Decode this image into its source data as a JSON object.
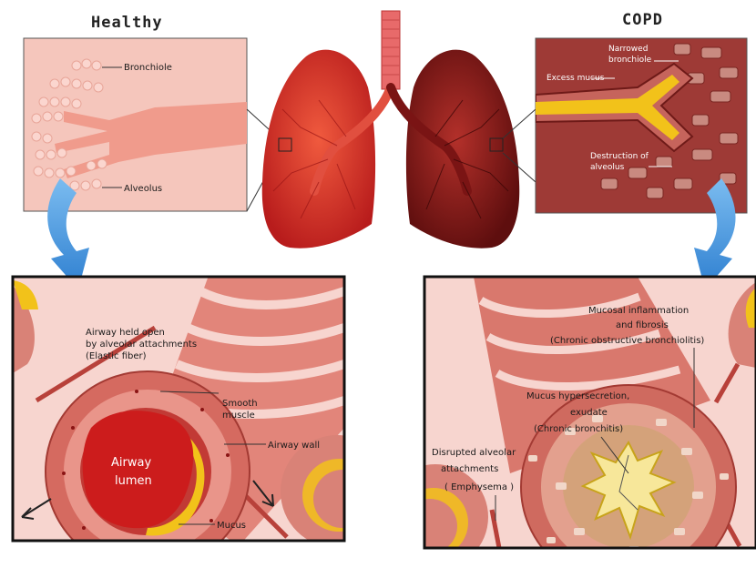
{
  "titles": {
    "healthy": "Healthy",
    "copd": "COPD"
  },
  "healthy_top": {
    "bronchiole": "Bronchiole",
    "alveolus": "Alveolus"
  },
  "copd_top": {
    "narrowed_1": "Narrowed",
    "narrowed_2": "bronchiole",
    "excess_mucus": "Excess mucus",
    "destruction_1": "Destruction of",
    "destruction_2": "alveolus"
  },
  "healthy_bottom": {
    "airway_open_1": "Airway held open",
    "airway_open_2": "by alveolar attachments",
    "airway_open_3": "(Elastic fiber)",
    "smooth_1": "Smooth",
    "smooth_2": "muscle",
    "airway_wall": "Airway wall",
    "lumen_1": "Airway",
    "lumen_2": "lumen",
    "mucus": "Mucus"
  },
  "copd_bottom": {
    "inflam_1": "Mucosal inflammation",
    "inflam_2": "and fibrosis",
    "inflam_3": "(Chronic obstructive bronchiolitis)",
    "hyper_1": "Mucus hypersecretion,",
    "hyper_2": "exudate",
    "hyper_3": "(Chronic bronchitis)",
    "disrupt_1": "Disrupted alveolar",
    "disrupt_2": "attachments",
    "disrupt_3": "( Emphysema )"
  },
  "colors": {
    "panel_bg": "#f5c6bc",
    "copd_panel_bg": "#9e3a36",
    "tissue": "#e79a8e",
    "wall": "#c95b52",
    "lumen": "#c81e1e",
    "mucus": "#f2c21a",
    "arrow": "#3a8fd8",
    "lung_healthy": "#e0352b",
    "lung_copd": "#8e1a1a"
  }
}
